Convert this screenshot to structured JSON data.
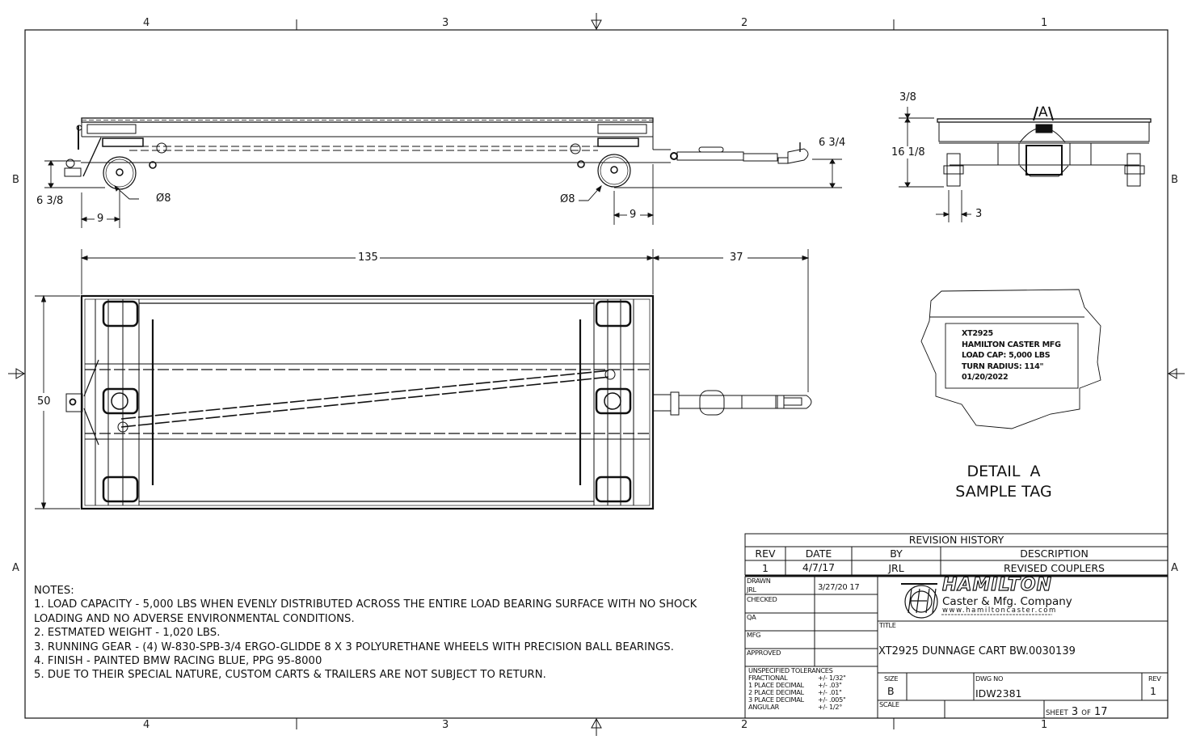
{
  "zones": {
    "top": [
      "4",
      "3",
      "2",
      "1"
    ],
    "bottom": [
      "4",
      "3",
      "2",
      "1"
    ],
    "left": [
      "B",
      "A"
    ],
    "right": [
      "B",
      "A"
    ]
  },
  "side_view": {
    "dims": {
      "hitch_height": "6 3/8",
      "rear_wheel_dia": "Ø8",
      "rear_offset": "9",
      "front_wheel_dia": "Ø8",
      "front_offset": "9",
      "tow_height": "6 3/4"
    }
  },
  "end_view": {
    "dims": {
      "deck_thickness": "3/8",
      "overall_height": "16 1/8",
      "wheel_width": "3"
    },
    "detail_callout": "A"
  },
  "plan_view": {
    "dims": {
      "length": "135",
      "tongue_length": "37",
      "width": "50"
    }
  },
  "detail_a": {
    "tag_lines": [
      "XT2925",
      "HAMILTON CASTER MFG",
      "LOAD CAP: 5,000 LBS",
      "TURN RADIUS: 114\"",
      "01/20/2022"
    ],
    "title_line1": "DETAIL  A",
    "title_line2": "SAMPLE TAG"
  },
  "notes": {
    "heading": "NOTES:",
    "lines": [
      "1. LOAD CAPACITY - 5,000 LBS WHEN EVENLY DISTRIBUTED ACROSS THE ENTIRE LOAD BEARING SURFACE WITH NO SHOCK",
      "LOADING AND NO ADVERSE ENVIRONMENTAL CONDITIONS.",
      "2. ESTMATED WEIGHT - 1,020 LBS.",
      "3. RUNNING GEAR - (4) W-830-SPB-3/4 ERGO-GLIDDE 8 X 3 POLYURETHANE WHEELS WITH PRECISION BALL BEARINGS.",
      "4. FINISH - PAINTED BMW RACING BLUE, PPG 95-8000",
      "5. DUE TO THEIR SPECIAL NATURE, CUSTOM CARTS & TRAILERS ARE NOT SUBJECT TO RETURN."
    ]
  },
  "revision_history": {
    "title": "REVISION HISTORY",
    "headers": [
      "REV",
      "DATE",
      "BY",
      "DESCRIPTION"
    ],
    "rows": [
      {
        "rev": "1",
        "date": "4/7/17",
        "by": "JRL",
        "description": "REVISED COUPLERS"
      }
    ]
  },
  "title_block": {
    "drawn_label": "DRAWN",
    "drawn_by": "JRL",
    "drawn_date": "3/27/20 17",
    "checked_label": "CHECKED",
    "qa_label": "QA",
    "mfg_label": "MFG",
    "approved_label": "APPROVED",
    "tolerances": {
      "heading": "UNSPECIFIED TOLERANCES",
      "rows": [
        {
          "label": "FRACTIONAL",
          "value": "+/- 1/32\""
        },
        {
          "label": "1 PLACE DECIMAL",
          "value": "+/- .03\""
        },
        {
          "label": "2 PLACE DECIMAL",
          "value": "+/- .01\""
        },
        {
          "label": "3 PLACE DECIMAL",
          "value": "+/- .005\""
        },
        {
          "label": "ANGULAR",
          "value": "+/- 1/2°"
        }
      ]
    },
    "company": {
      "name": "HAMILTON",
      "subtitle": "Caster & Mfg. Company",
      "website": "www.hamiltoncaster.com"
    },
    "title_label": "TITLE",
    "title": "XT2925 DUNNAGE CART BW.0030139",
    "size_label": "SIZE",
    "size": "B",
    "dwg_no_label": "DWG NO",
    "dwg_no": "IDW2381",
    "rev_label": "REV",
    "rev": "1",
    "scale_label": "SCALE",
    "sheet_label": "SHEET",
    "sheet": "3",
    "of_label": "OF",
    "sheet_total": "17"
  }
}
